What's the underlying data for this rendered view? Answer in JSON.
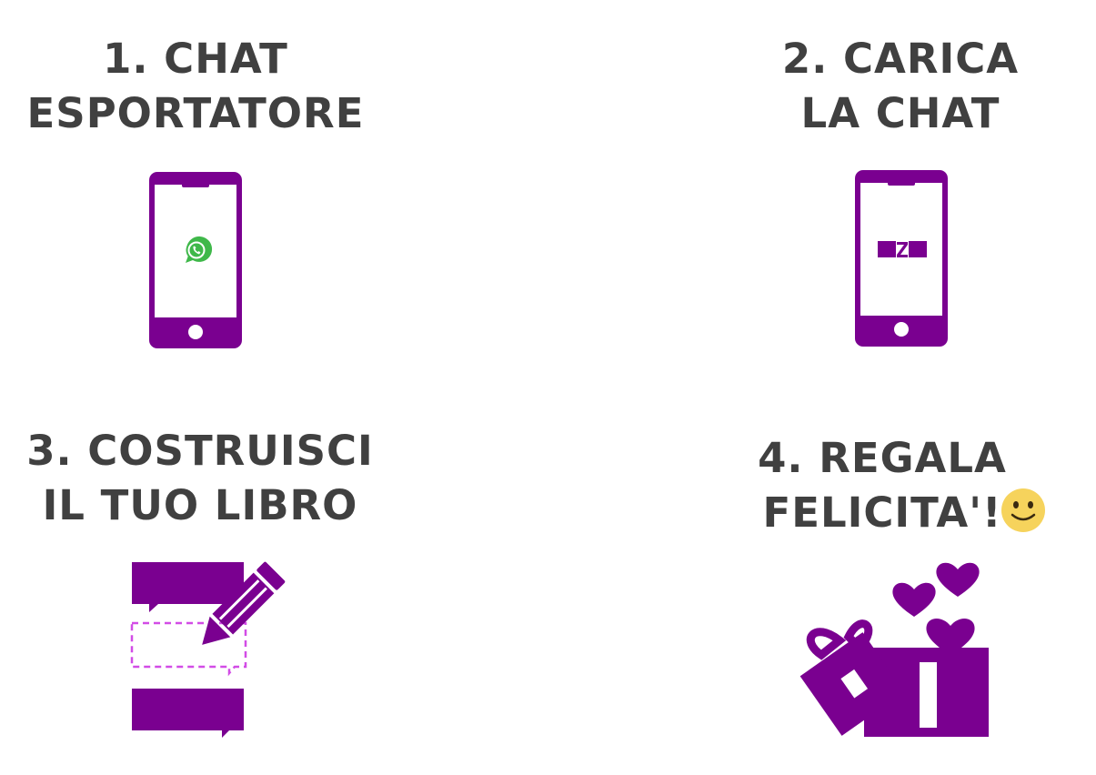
{
  "colors": {
    "brand_purple": "#7a0090",
    "title_text": "#404040",
    "whatsapp_green": "#3fb84a",
    "dashed_magenta": "#d24ce6",
    "smiley_yellow": "#f6d35c"
  },
  "steps": [
    {
      "title_line1": "1. CHAT",
      "title_line2": "ESPORTATORE",
      "icon": "phone-whatsapp-icon"
    },
    {
      "title_line1": "2. CARICA",
      "title_line2": "LA CHAT",
      "icon": "phone-app-logo-icon"
    },
    {
      "title_line1": "3. COSTRUISCI",
      "title_line2": "IL TUO LIBRO",
      "icon": "chat-book-pencil-icon"
    },
    {
      "title_line1": "4. REGALA",
      "title_line2": "FELICITA'!",
      "icon": "gift-hearts-icon",
      "emoji": "smiley-icon"
    }
  ]
}
